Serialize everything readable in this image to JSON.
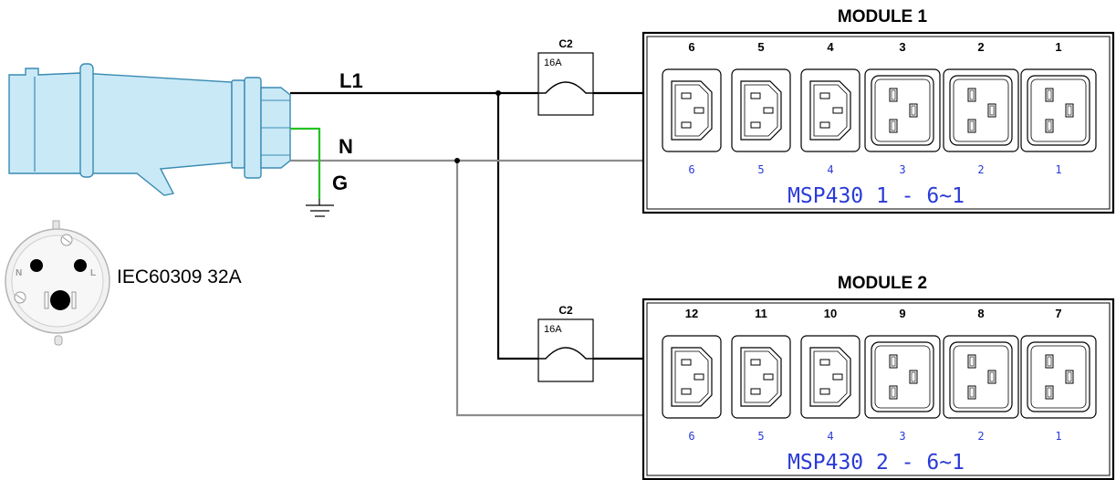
{
  "wires": {
    "l1_label": "L1",
    "n_label": "N",
    "g_label": "G"
  },
  "plug": {
    "label": "IEC60309 32A",
    "socket_letters": {
      "n": "N",
      "l": "L"
    }
  },
  "breakers": [
    {
      "curve": "C2",
      "rating": "16A"
    },
    {
      "curve": "C2",
      "rating": "16A"
    }
  ],
  "modules": [
    {
      "title": "MODULE 1",
      "name": "MSP430 1 - 6~1",
      "outlets": [
        {
          "number": "6",
          "sub": "6",
          "kind": "C13"
        },
        {
          "number": "5",
          "sub": "5",
          "kind": "C13"
        },
        {
          "number": "4",
          "sub": "4",
          "kind": "C13"
        },
        {
          "number": "3",
          "sub": "3",
          "kind": "C19"
        },
        {
          "number": "2",
          "sub": "2",
          "kind": "C19"
        },
        {
          "number": "1",
          "sub": "1",
          "kind": "C19"
        }
      ]
    },
    {
      "title": "MODULE 2",
      "name": "MSP430 2 - 6~1",
      "outlets": [
        {
          "number": "12",
          "sub": "6",
          "kind": "C13"
        },
        {
          "number": "11",
          "sub": "5",
          "kind": "C13"
        },
        {
          "number": "10",
          "sub": "4",
          "kind": "C13"
        },
        {
          "number": "9",
          "sub": "3",
          "kind": "C19"
        },
        {
          "number": "8",
          "sub": "2",
          "kind": "C19"
        },
        {
          "number": "7",
          "sub": "1",
          "kind": "C19"
        }
      ]
    }
  ],
  "colors": {
    "live_wire": "#000000",
    "neutral_wire": "#8c8c8c",
    "earth_wire": "#22c322",
    "plug_body": "#c9e9f7",
    "module_text": "#2a3bd6"
  },
  "icons": [
    "plug-icon",
    "ground-icon",
    "socket-face-icon",
    "breaker-icon",
    "c13-outlet-icon",
    "c19-outlet-icon"
  ]
}
